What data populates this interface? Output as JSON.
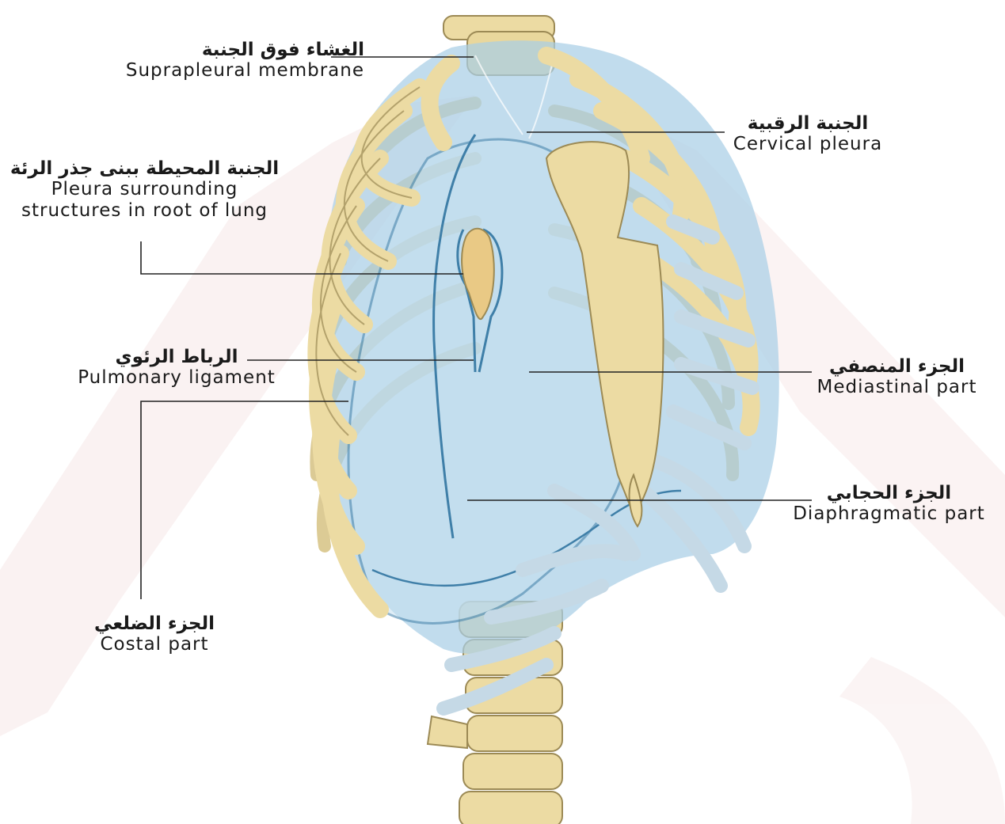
{
  "labels": {
    "suprapleural": {
      "ar": "الغشاء فوق الجنبة",
      "en": "Suprapleural membrane"
    },
    "cervical": {
      "ar": "الجنبة الرقبية",
      "en": "Cervical pleura"
    },
    "root": {
      "ar": "الجنبة المحيطة ببنى جذر الرئة",
      "en1": "Pleura surrounding",
      "en2": "structures in root of lung"
    },
    "ligament": {
      "ar": "الرباط الرئوي",
      "en": "Pulmonary ligament"
    },
    "mediastinal": {
      "ar": "الجزء المنصفي",
      "en": "Mediastinal part"
    },
    "diaphragmatic": {
      "ar": "الجزء الحجابي",
      "en": "Diaphragmatic part"
    },
    "costal": {
      "ar": "الجزء الضلعي",
      "en": "Costal part"
    }
  },
  "colors": {
    "pleura_blue": "#a9cfe6",
    "pleura_line": "#3f7fa8",
    "bone": "#ecdba3",
    "bone_edge": "#9c8a55",
    "cartilage": "#c5d9e6",
    "watermark": "#f6e7e7",
    "leader": "#222222"
  }
}
